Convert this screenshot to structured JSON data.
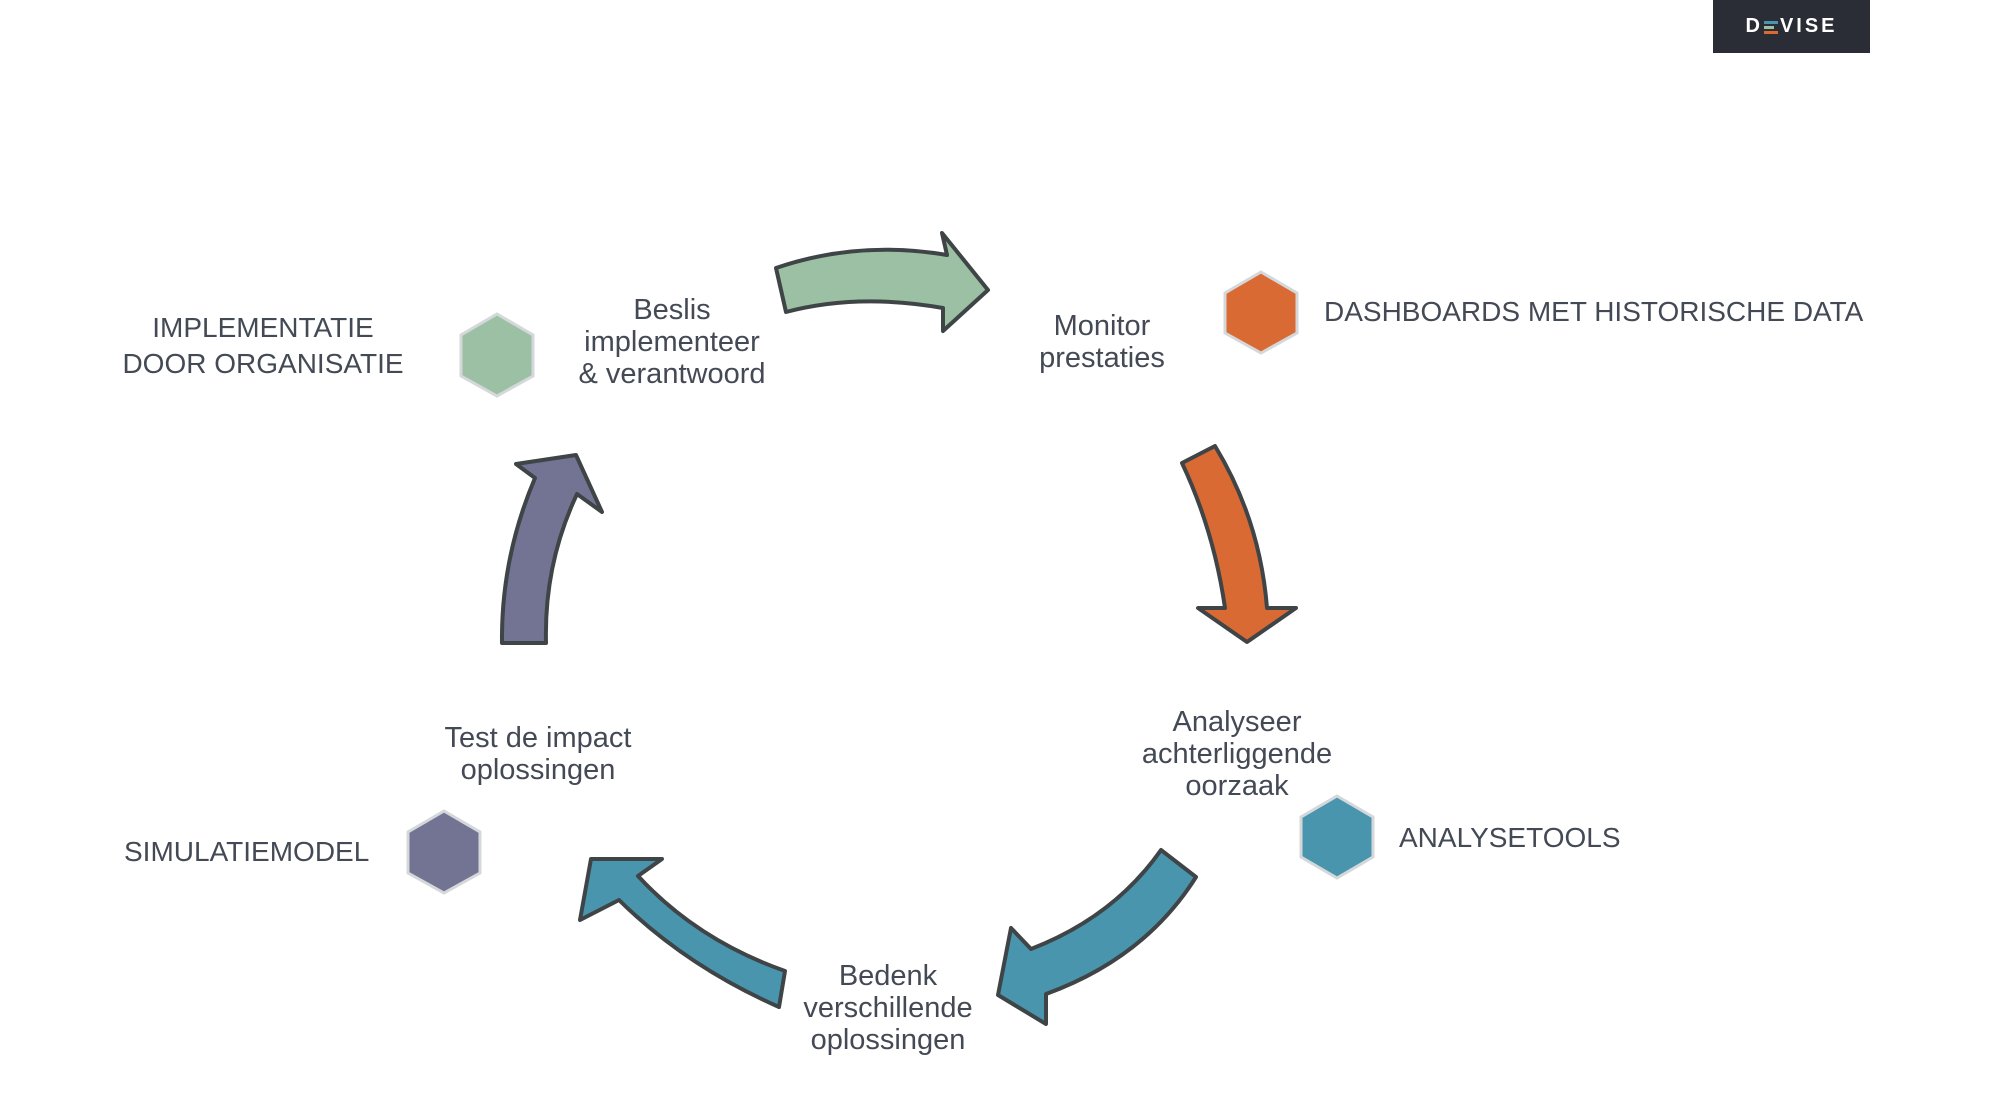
{
  "logo": {
    "text_before": "D",
    "text_after": "VISE"
  },
  "colors": {
    "green": "#9bc0a3",
    "orange": "#d96a33",
    "teal": "#4a95ae",
    "purple": "#737494",
    "outline": "#3f4447",
    "text": "#444a55",
    "logo_bg": "#2a2d36"
  },
  "steps": {
    "decide": "Beslis\nimplementeer\n& verantwoord",
    "monitor": "Monitor\nprestaties",
    "analyse": "Analyseer\nachterliggende\noorzaak",
    "devise": "Bedenk\nverschillende\noplossingen",
    "test": "Test de impact\noplossingen"
  },
  "tools": {
    "implementation": "IMPLEMENTATIE\nDOOR ORGANISATIE",
    "dashboards": "DASHBOARDS MET HISTORISCHE DATA",
    "analysetools": "ANALYSETOOLS",
    "simulation": "SIMULATIEMODEL"
  }
}
